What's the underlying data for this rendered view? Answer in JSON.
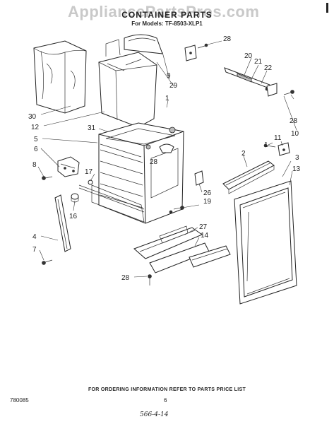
{
  "watermark": "AppliancePartsPros.com",
  "title": "CONTAINER PARTS",
  "subtitle": "For Models:  TF-8503-XLP1",
  "footer_note": "FOR ORDERING INFORMATION REFER TO PARTS PRICE LIST",
  "doc_number": "780085",
  "page_number": "6",
  "handwritten_note": "566-4-14",
  "part_labels": {
    "p1a": "1",
    "p1b": "1",
    "p2": "2",
    "p3": "3",
    "p4": "4",
    "p5": "5",
    "p6": "6",
    "p7": "7",
    "p8": "8",
    "p9": "9",
    "p10": "10",
    "p11": "11",
    "p12": "12",
    "p13": "13",
    "p14": "14",
    "p16": "16",
    "p17": "17",
    "p19": "19",
    "p20": "20",
    "p21": "21",
    "p22": "22",
    "p26": "26",
    "p27": "27",
    "p28a": "28",
    "p28b": "28",
    "p28c": "28",
    "p28d": "28",
    "p29": "29",
    "p30": "30",
    "p31": "31"
  }
}
